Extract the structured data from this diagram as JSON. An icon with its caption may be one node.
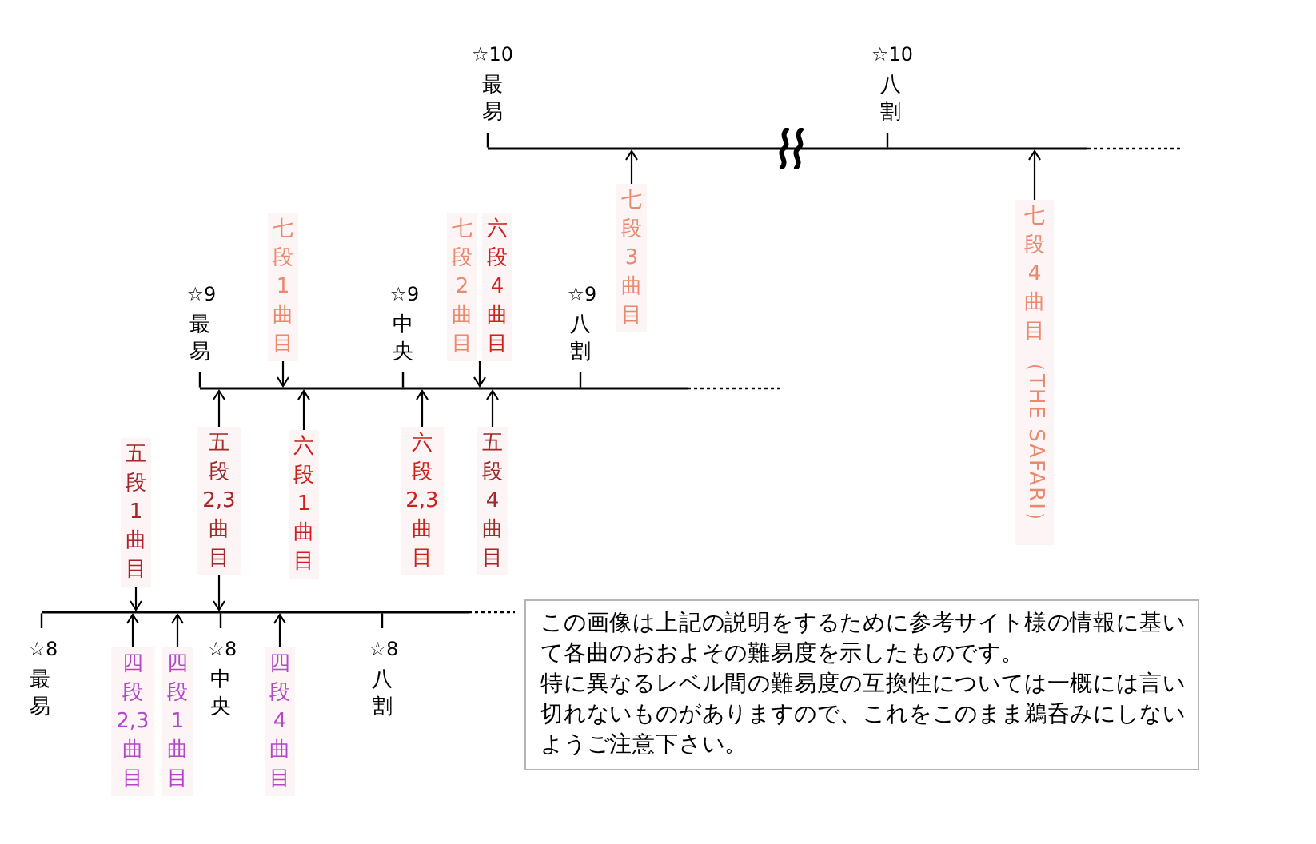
{
  "diagram": {
    "nodes": [
      {
        "text": [],
        "shape": "line",
        "beside": [
          "☆10",
          "最易",
          "☆10",
          "八割"
        ]
      },
      {
        "text": [
          "七段1曲目"
        ]
      },
      {
        "text": [
          "七段2曲目"
        ]
      },
      {
        "text": [
          "六段4曲目"
        ]
      },
      {
        "text": [
          "七段3曲目"
        ]
      },
      {
        "text": [
          "七段4曲目（THE SAFARI）"
        ]
      },
      {
        "text": [],
        "shape": "line",
        "beside": [
          "☆9",
          "最易",
          "☆9",
          "中央",
          "☆9",
          "八割"
        ]
      },
      {
        "text": [
          "五段1曲目"
        ]
      },
      {
        "text": [
          "五段2,3曲目"
        ]
      },
      {
        "text": [
          "六段1曲目"
        ]
      },
      {
        "text": [
          "六段2,3曲目"
        ]
      },
      {
        "text": [
          "五段4曲目"
        ]
      },
      {
        "text": [],
        "shape": "line",
        "beside": [
          "☆8",
          "最易",
          "☆8",
          "中央",
          "☆8",
          "八割"
        ]
      },
      {
        "text": [
          "四段2,3曲目"
        ]
      },
      {
        "text": [
          "四段1曲目"
        ]
      },
      {
        "text": [
          "四段4曲目"
        ]
      },
      {
        "text": [
          "この画像は上記の説明をするために参考サイト様の情報に基いて各曲のおおよその難易度を示したものです。",
          "特に異なるレベル間の難易度の互換性については一概には言い切れないものがありますので、これをこのまま鵜呑みにしないようご注意下さい。"
        ]
      }
    ],
    "edges": [
      {
        "from": 1,
        "to": 6,
        "arrow": "to"
      },
      {
        "from": 2,
        "to": 6,
        "arrow": "to"
      },
      {
        "from": 3,
        "to": 6,
        "arrow": "to"
      },
      {
        "from": 4,
        "to": 0,
        "arrow": "to"
      },
      {
        "from": 5,
        "to": 0,
        "arrow": "to"
      },
      {
        "from": 7,
        "to": 12,
        "arrow": "to"
      },
      {
        "from": 8,
        "to": 6,
        "arrow": "to"
      },
      {
        "from": 8,
        "to": 12,
        "arrow": "to"
      },
      {
        "from": 9,
        "to": 6,
        "arrow": "to"
      },
      {
        "from": 10,
        "to": 6,
        "arrow": "to"
      },
      {
        "from": 11,
        "to": 6,
        "arrow": "to"
      },
      {
        "from": 13,
        "to": 12,
        "arrow": "to"
      },
      {
        "from": 14,
        "to": 12,
        "arrow": "to"
      },
      {
        "from": 15,
        "to": 12,
        "arrow": "to"
      }
    ]
  }
}
